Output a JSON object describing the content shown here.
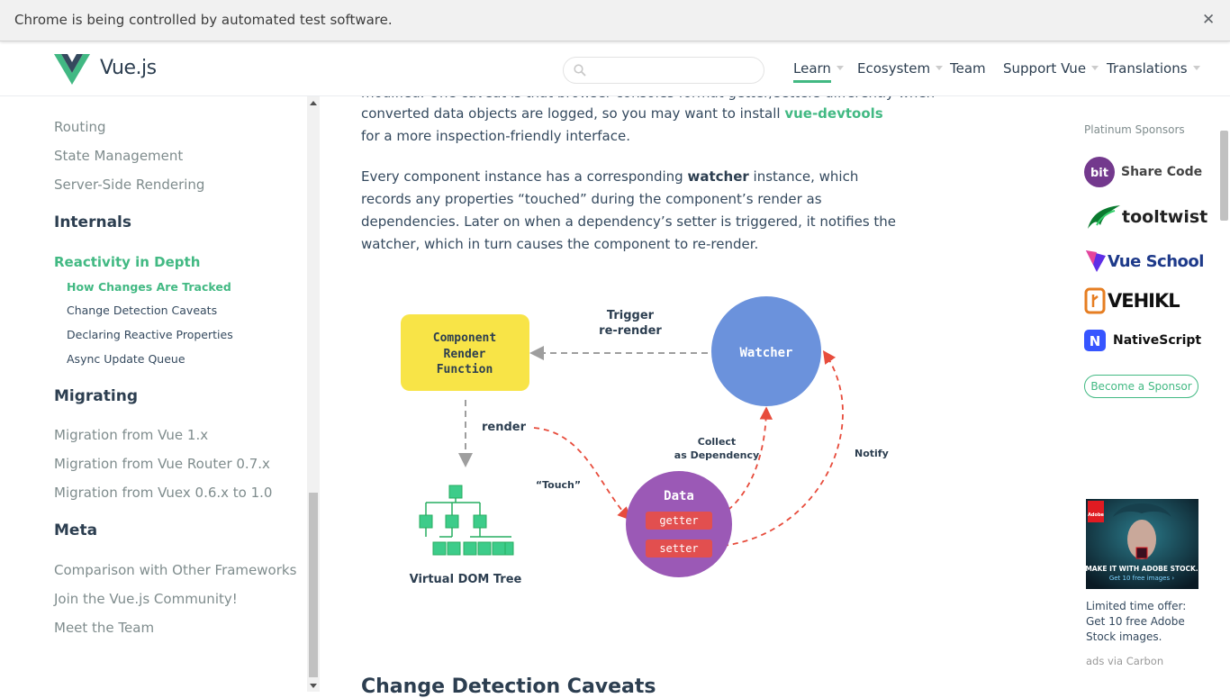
{
  "infobar": {
    "message": "Chrome is being controlled by automated test software.",
    "close_glyph": "✕"
  },
  "header": {
    "brand": "Vue.js",
    "search_placeholder": "",
    "nav": [
      {
        "label": "Learn",
        "dropdown": true,
        "active": true
      },
      {
        "label": "Ecosystem",
        "dropdown": true
      },
      {
        "label": "Team",
        "dropdown": false
      },
      {
        "label": "Support Vue",
        "dropdown": true
      },
      {
        "label": "Translations",
        "dropdown": true
      }
    ]
  },
  "sidebar": {
    "items": [
      {
        "label": "Routing"
      },
      {
        "label": "State Management"
      },
      {
        "label": "Server-Side Rendering"
      }
    ],
    "internals_heading": "Internals",
    "reactivity": "Reactivity in Depth",
    "subitems": [
      {
        "label": "How Changes Are Tracked",
        "active": true
      },
      {
        "label": "Change Detection Caveats"
      },
      {
        "label": "Declaring Reactive Properties"
      },
      {
        "label": "Async Update Queue"
      }
    ],
    "migrating_heading": "Migrating",
    "migrating_items": [
      {
        "label": "Migration from Vue 1.x"
      },
      {
        "label": "Migration from Vue Router 0.7.x"
      },
      {
        "label": "Migration from Vuex 0.6.x to 1.0"
      }
    ],
    "meta_heading": "Meta",
    "meta_items": [
      {
        "label": "Comparison with Other Frameworks"
      },
      {
        "label": "Join the Vue.js Community!"
      },
      {
        "label": "Meet the Team"
      }
    ]
  },
  "content": {
    "cut_line": "modified. One caveat is that browser consoles format getter/setters differently when",
    "p1_a": "converted data objects are logged, so you may want to install ",
    "p1_link": "vue-devtools",
    "p1_b": " for a more inspection-friendly interface.",
    "p2_a": "Every component instance has a corresponding ",
    "p2_bold": "watcher",
    "p2_b": " instance, which records any properties “touched” during the component’s render as dependencies. Later on when a dependency’s setter is triggered, it notifies the watcher, which in turn causes the component to re-render.",
    "next_heading": "Change Detection Caveats"
  },
  "diagram": {
    "component_lines": [
      "Component",
      "Render",
      "Function"
    ],
    "trigger_lines": [
      "Trigger",
      "re-render"
    ],
    "watcher": "Watcher",
    "render": "render",
    "collect_lines": [
      "Collect",
      "as Dependency"
    ],
    "notify": "Notify",
    "touch": "“Touch”",
    "data": "Data",
    "getter": "getter",
    "setter": "setter",
    "vdom": "Virtual DOM Tree",
    "colors": {
      "component": "#f8e447",
      "watcher": "#6b92dc",
      "data": "#9b59b6",
      "pill": "#e24f4f",
      "arrow_red": "#e74c3c",
      "arrow_gray": "#9e9e9e",
      "vdom": "#3dcc8a"
    }
  },
  "sponsors": {
    "title": "Platinum Sponsors",
    "list": [
      {
        "name": "Share Code",
        "icon": "bit-icon",
        "mark": "bit",
        "color": "#73398d"
      },
      {
        "name": "tooltwist",
        "icon": "tooltwist-icon",
        "color": "#0a7a2f"
      },
      {
        "name": "Vue School",
        "icon": "vueschool-icon",
        "color": "#1e3a8a"
      },
      {
        "name": "VEHIKL",
        "icon": "vehikl-icon",
        "color": "#e67e22"
      },
      {
        "name": "NativeScript",
        "icon": "nativescript-icon",
        "mark": "N",
        "color": "#3655ff"
      }
    ],
    "become": "Become a Sponsor"
  },
  "ad": {
    "brand_mark": "Adobe",
    "headline": "MAKE IT WITH ADOBE STOCK.",
    "cta": "Get 10 free images ›",
    "text": "Limited time offer: Get 10 free Adobe Stock images.",
    "via": "ads via Carbon"
  }
}
